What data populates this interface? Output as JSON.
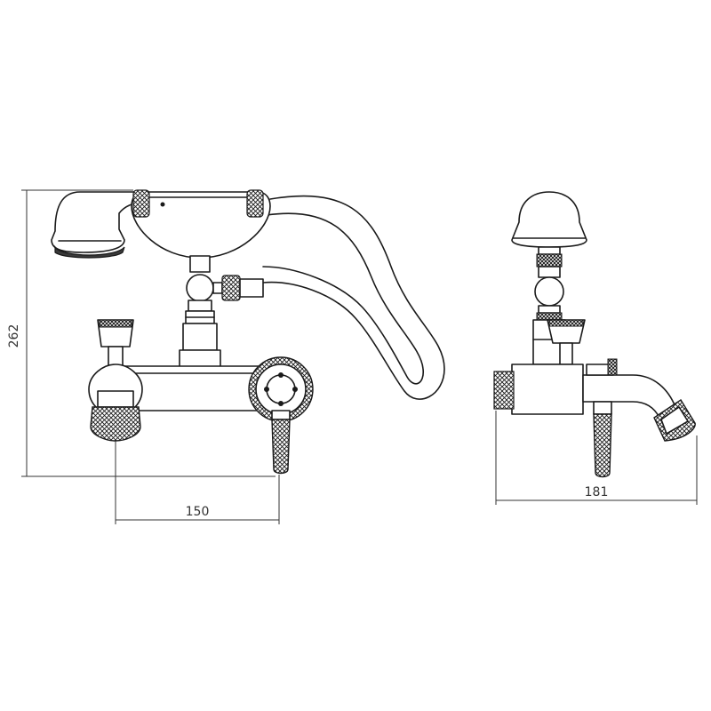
{
  "dimensions": {
    "height": "262",
    "width_front": "150",
    "width_side": "181"
  },
  "colors": {
    "line": "#1a1a1a",
    "paper": "#ffffff",
    "detail": "#3a3a3a"
  }
}
